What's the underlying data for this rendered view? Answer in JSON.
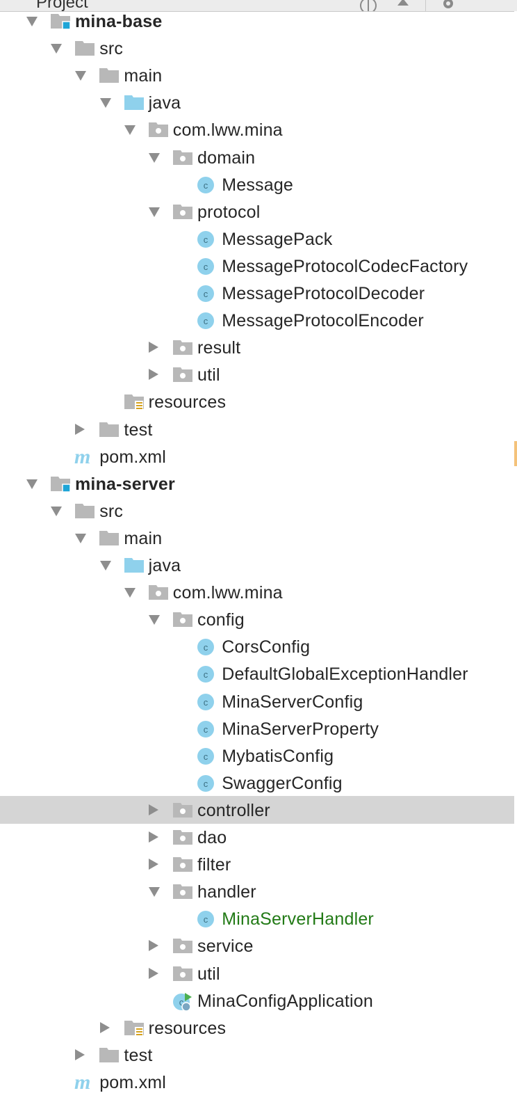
{
  "header": {
    "title": "Project"
  },
  "colors": {
    "accent": "#1ea5d7",
    "class_icon": "#8fd1ec",
    "folder": "#b8b8b8",
    "source_folder": "#8fd1ec",
    "selected_row": "#d5d5d5",
    "modified_text": "#227a16"
  },
  "tree": [
    {
      "label": "mina-base",
      "arrow": "down",
      "icon": "module-folder-icon",
      "depth": 0,
      "bold": true
    },
    {
      "label": "src",
      "arrow": "down",
      "icon": "folder-icon",
      "depth": 1
    },
    {
      "label": "main",
      "arrow": "down",
      "icon": "folder-icon",
      "depth": 2
    },
    {
      "label": "java",
      "arrow": "down",
      "icon": "source-folder-icon",
      "depth": 3
    },
    {
      "label": "com.lww.mina",
      "arrow": "down",
      "icon": "package-icon",
      "depth": 4
    },
    {
      "label": "domain",
      "arrow": "down",
      "icon": "package-icon",
      "depth": 5
    },
    {
      "label": "Message",
      "arrow": "none",
      "icon": "class-icon",
      "depth": 6
    },
    {
      "label": "protocol",
      "arrow": "down",
      "icon": "package-icon",
      "depth": 5
    },
    {
      "label": "MessagePack",
      "arrow": "none",
      "icon": "class-icon",
      "depth": 6
    },
    {
      "label": "MessageProtocolCodecFactory",
      "arrow": "none",
      "icon": "class-icon",
      "depth": 6
    },
    {
      "label": "MessageProtocolDecoder",
      "arrow": "none",
      "icon": "class-icon",
      "depth": 6
    },
    {
      "label": "MessageProtocolEncoder",
      "arrow": "none",
      "icon": "class-icon",
      "depth": 6
    },
    {
      "label": "result",
      "arrow": "right",
      "icon": "package-icon",
      "depth": 5
    },
    {
      "label": "util",
      "arrow": "right",
      "icon": "package-icon",
      "depth": 5
    },
    {
      "label": "resources",
      "arrow": "none",
      "icon": "resources-folder-icon",
      "depth": 3
    },
    {
      "label": "test",
      "arrow": "right",
      "icon": "folder-icon",
      "depth": 2
    },
    {
      "label": "pom.xml",
      "arrow": "none",
      "icon": "maven-icon",
      "depth": 1
    },
    {
      "label": "mina-server",
      "arrow": "down",
      "icon": "module-folder-icon",
      "depth": 0,
      "bold": true
    },
    {
      "label": "src",
      "arrow": "down",
      "icon": "folder-icon",
      "depth": 1
    },
    {
      "label": "main",
      "arrow": "down",
      "icon": "folder-icon",
      "depth": 2
    },
    {
      "label": "java",
      "arrow": "down",
      "icon": "source-folder-icon",
      "depth": 3
    },
    {
      "label": "com.lww.mina",
      "arrow": "down",
      "icon": "package-icon",
      "depth": 4
    },
    {
      "label": "config",
      "arrow": "down",
      "icon": "package-icon",
      "depth": 5
    },
    {
      "label": "CorsConfig",
      "arrow": "none",
      "icon": "class-icon",
      "depth": 6
    },
    {
      "label": "DefaultGlobalExceptionHandler",
      "arrow": "none",
      "icon": "class-icon",
      "depth": 6
    },
    {
      "label": "MinaServerConfig",
      "arrow": "none",
      "icon": "class-icon",
      "depth": 6
    },
    {
      "label": "MinaServerProperty",
      "arrow": "none",
      "icon": "class-icon",
      "depth": 6
    },
    {
      "label": "MybatisConfig",
      "arrow": "none",
      "icon": "class-icon",
      "depth": 6
    },
    {
      "label": "SwaggerConfig",
      "arrow": "none",
      "icon": "class-icon",
      "depth": 6
    },
    {
      "label": "controller",
      "arrow": "right",
      "icon": "package-icon",
      "depth": 5,
      "selected": true
    },
    {
      "label": "dao",
      "arrow": "right",
      "icon": "package-icon",
      "depth": 5
    },
    {
      "label": "filter",
      "arrow": "right",
      "icon": "package-icon",
      "depth": 5
    },
    {
      "label": "handler",
      "arrow": "down",
      "icon": "package-icon",
      "depth": 5
    },
    {
      "label": "MinaServerHandler",
      "arrow": "none",
      "icon": "class-icon",
      "depth": 6,
      "modified": true
    },
    {
      "label": "service",
      "arrow": "right",
      "icon": "package-icon",
      "depth": 5
    },
    {
      "label": "util",
      "arrow": "right",
      "icon": "package-icon",
      "depth": 5
    },
    {
      "label": "MinaConfigApplication",
      "arrow": "none",
      "icon": "spring-boot-app-icon",
      "depth": 5
    },
    {
      "label": "resources",
      "arrow": "right",
      "icon": "resources-folder-icon",
      "depth": 3
    },
    {
      "label": "test",
      "arrow": "right",
      "icon": "folder-icon",
      "depth": 2
    },
    {
      "label": "pom.xml",
      "arrow": "none",
      "icon": "maven-icon",
      "depth": 1
    }
  ]
}
